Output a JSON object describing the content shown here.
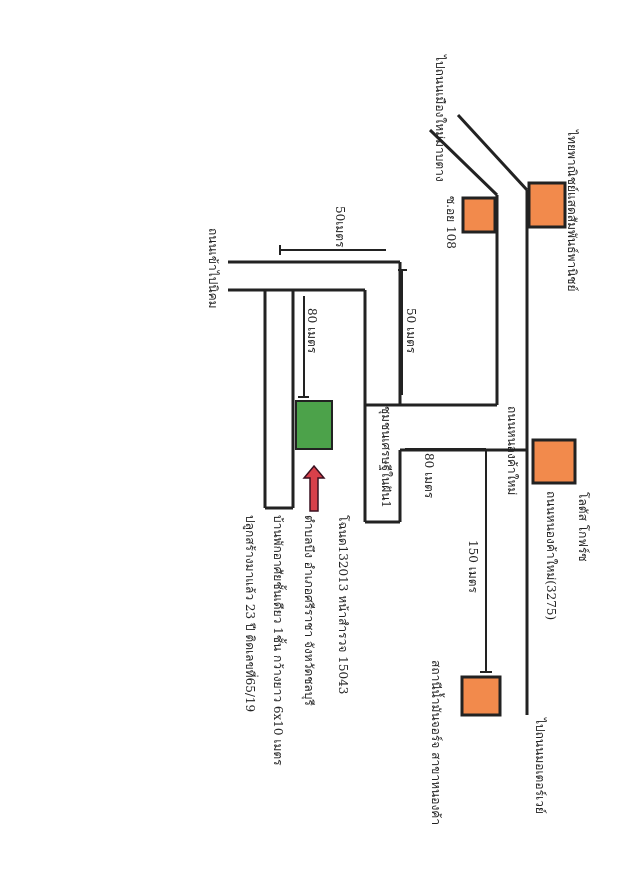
{
  "map": {
    "colors": {
      "landmark": "#f28a4c",
      "property": "#4ca24a",
      "arrow": "#d8404a",
      "road": "#222222"
    },
    "labels": {
      "go_to_new_town_road": "ไปถนนเมืองใหม่มาบตาง",
      "thai_farmer_bank": "ไทยพาณิชย์แสดสัมพันธ์พานิชย์",
      "soi_108": "ซ.อย 108",
      "dist_50_top": "50เมตร",
      "road_to_lake": "ถนนหนองค้าใหม่",
      "left_road": "ถนนเข้าไปนิคม",
      "dist_80_left": "80 เมตร",
      "dist_50_middle": "50 เมตร",
      "community_road": "ชุมชนเศรษฐีในฝัน1",
      "dist_80_right": "80 เมตร",
      "lotus": "โลตัส โกฟร์ซ",
      "road_3275": "ถนนหนองค้าใหม่(3275)",
      "dist_150": "150 เมตร",
      "gas_station": "สถานีน้ำมันจอร์จ สาขาหนองค้า",
      "to_highway": "ไปถนนมอเตอร์เวย์",
      "deed_line": "โฉนด132013 หน้าสำรวจ 15043",
      "location_line": "ตำบลบึง อำเภอศรีราชา จังหวัดชลบุรี",
      "house_line": "บ้านพักอาศัยชั้นเดียว 1ชั้น กว้างยาว 6x10 เมตร",
      "age_line": "ปลูกสร้างมาแล้ว 23 ปี ติดเลขที่65/19"
    }
  }
}
